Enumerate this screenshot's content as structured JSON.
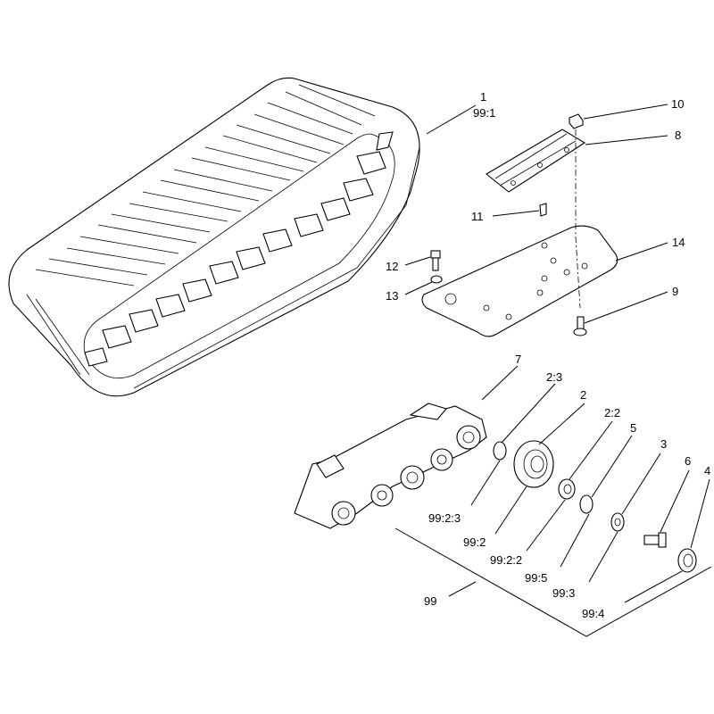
{
  "callouts": {
    "c1": "1",
    "c1b": "99:1",
    "c10": "10",
    "c8": "8",
    "c11": "11",
    "c14": "14",
    "c12": "12",
    "c13": "13",
    "c9": "9",
    "c7": "7",
    "c2_3": "2:3",
    "c2": "2",
    "c2_2": "2:2",
    "c5": "5",
    "c3": "3",
    "c6": "6",
    "c4": "4",
    "c99_2_3": "99:2:3",
    "c99_2": "99:2",
    "c99_2_2": "99:2:2",
    "c99_5": "99:5",
    "c99_3": "99:3",
    "c99_4": "99:4",
    "c99": "99"
  },
  "colors": {
    "line": "#000000",
    "background": "#ffffff"
  }
}
